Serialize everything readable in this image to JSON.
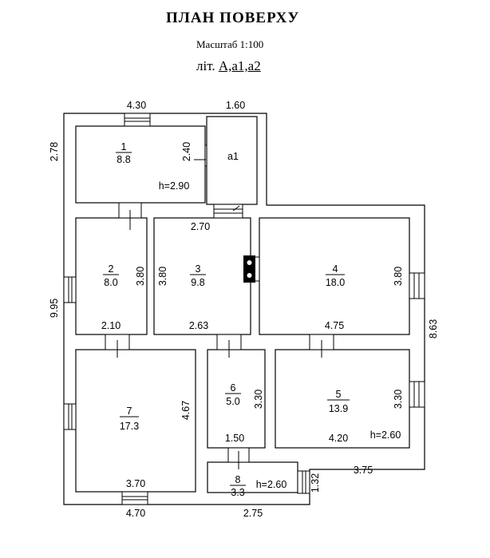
{
  "header": {
    "title": "ПЛАН ПОВЕРХУ",
    "scale": "Масштаб 1:100",
    "lit_prefix": "літ. ",
    "lit_value": "А,а1,а2"
  },
  "rooms": [
    {
      "id": "1",
      "area": "8.8",
      "height": "h=2.90"
    },
    {
      "id": "2",
      "area": "8.0"
    },
    {
      "id": "3",
      "area": "9.8"
    },
    {
      "id": "4",
      "area": "18.0"
    },
    {
      "id": "5",
      "area": "13.9",
      "height": "h=2.60"
    },
    {
      "id": "6",
      "area": "5.0"
    },
    {
      "id": "7",
      "area": "17.3"
    },
    {
      "id": "8",
      "area": "3.3",
      "height": "h=2.60"
    },
    {
      "id": "a1"
    }
  ],
  "dimensions": {
    "top_4_30": "4.30",
    "top_1_60": "1.60",
    "left_2_78": "2.78",
    "left_9_95": "9.95",
    "r1_2_40": "2.40",
    "r2_3_80": "3.80",
    "r2_2_10": "2.10",
    "r3_3_80": "3.80",
    "r3_2_70": "2.70",
    "r3_2_63": "2.63",
    "r4_3_80": "3.80",
    "r4_4_75": "4.75",
    "right_8_63": "8.63",
    "r5_3_30": "3.30",
    "r5_4_20": "4.20",
    "r6_3_30": "3.30",
    "r6_1_50": "1.50",
    "r7_4_67": "4.67",
    "r7_3_70": "3.70",
    "r8_1_32": "1.32",
    "step_3_75": "3.75",
    "bottom_4_70": "4.70",
    "bottom_2_75": "2.75"
  },
  "colors": {
    "walls": "#000000",
    "fill": "#ffffff"
  }
}
